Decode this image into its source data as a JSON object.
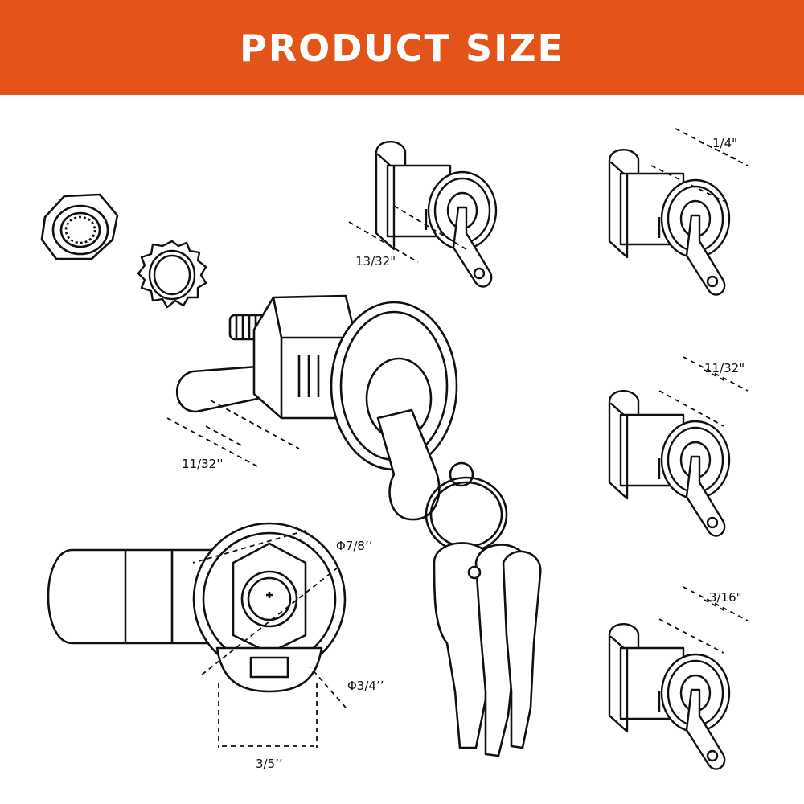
{
  "header": {
    "title": "PRODUCT SIZE"
  },
  "colors": {
    "banner": "#e35418",
    "ink": "#111111",
    "background": "#ffffff"
  },
  "dimensions": {
    "main_lock_depth": "11/32''",
    "top_lock_depth": "13/32\"",
    "right_lock_1": "1/4\"",
    "right_lock_2": "11/32\"",
    "right_lock_3": "3/16\"",
    "nut_diameter": "Φ7/8’’",
    "flange_diameter": "Φ3/4’’",
    "cam_width": "3/5’’"
  },
  "icons": [
    "hex-nut-icon",
    "lock-washer-icon",
    "cam-lock-icon",
    "key-icon",
    "key-ring-icon"
  ]
}
